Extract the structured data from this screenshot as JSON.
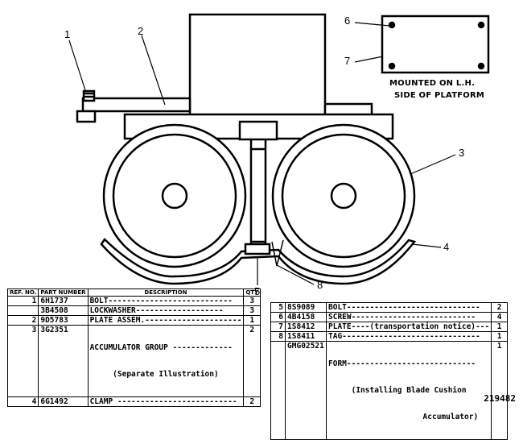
{
  "callouts": [
    "1",
    "2",
    "3",
    "4",
    "5",
    "6",
    "7",
    "8"
  ],
  "inset_note": [
    "MOUNTED ON L.H.",
    "SIDE OF PLATFORM"
  ],
  "table_left": {
    "headers": [
      "REF. NO.",
      "PART NUMBER",
      "DESCRIPTION",
      "QTY"
    ],
    "rows": [
      {
        "ref": "1",
        "part": "6H1737",
        "desc": "BOLT---------------------------",
        "qty": "3"
      },
      {
        "ref": "",
        "part": "3B4508",
        "desc": "LOCKWASHER-------------------",
        "qty": "3"
      },
      {
        "ref": "2",
        "part": "9D5783",
        "desc": "PLATE ASSEM.---------------------",
        "qty": "1"
      },
      {
        "ref": "3",
        "part": "3G2351",
        "desc": "ACCUMULATOR GROUP -------------",
        "qty": "2",
        "sub": "(Separate Illustration)"
      },
      {
        "ref": "4",
        "part": "6G1492",
        "desc": "CLAMP --------------------------",
        "qty": "2"
      }
    ]
  },
  "table_right": {
    "rows": [
      {
        "ref": "5",
        "part": "8S9089",
        "desc": "BOLT-----------------------------",
        "qty": "2"
      },
      {
        "ref": "6",
        "part": "4B4158",
        "desc": "SCREW---------------------------",
        "qty": "4"
      },
      {
        "ref": "7",
        "part": "1S8412",
        "desc": "PLATE----(transportation notice)---",
        "qty": "1"
      },
      {
        "ref": "8",
        "part": "1S8411",
        "desc": "TAG------------------------------",
        "qty": "1"
      },
      {
        "ref": "",
        "part": "GMG02521",
        "desc": "FORM----------------------------",
        "qty": "1",
        "sub": "(Installing Blade Cushion",
        "sub2": "Accumulator)"
      }
    ]
  },
  "figure_number": "219482"
}
